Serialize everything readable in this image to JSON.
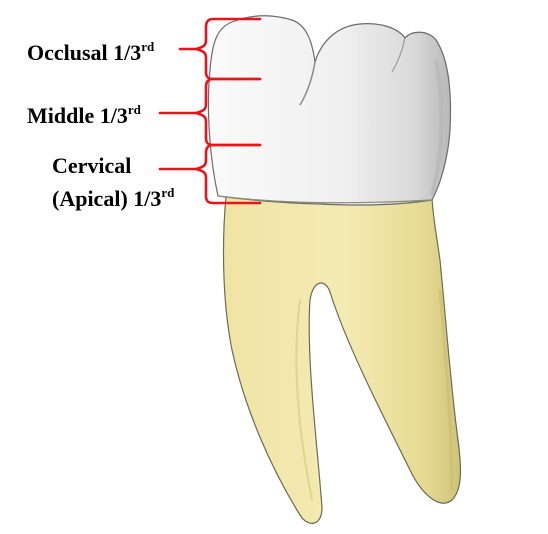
{
  "labels": {
    "occlusal": {
      "text": "Occlusal 1/3",
      "sup": "rd"
    },
    "middle": {
      "text": "Middle 1/3",
      "sup": "rd"
    },
    "cervical": {
      "line1": "Cervical",
      "line2_text": "(Apical) 1/3",
      "sup": "rd"
    }
  },
  "colors": {
    "bracket": "#e8141a",
    "crown": "#f2f2f2",
    "crown_shadow": "#c9c9c9",
    "root": "#f0e7a8",
    "root_shadow": "#d8cd82",
    "outline": "#6d6a55"
  }
}
